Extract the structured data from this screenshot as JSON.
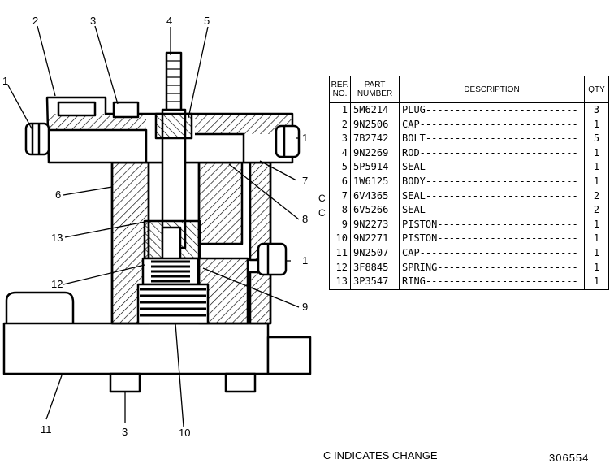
{
  "drawing": {
    "callouts": [
      "1",
      "2",
      "3",
      "4",
      "5",
      "1",
      "7",
      "6",
      "8",
      "13",
      "1",
      "12",
      "9",
      "11",
      "3",
      "10"
    ]
  },
  "table": {
    "headers": {
      "ref": "REF. NO.",
      "ref_line1": "REF.",
      "ref_line2": "NO.",
      "part_line1": "PART",
      "part_line2": "NUMBER",
      "description": "DESCRIPTION",
      "qty": "QTY"
    },
    "rows": [
      {
        "ref": "1",
        "part": "5M6214",
        "description": "PLUG",
        "qty": "3"
      },
      {
        "ref": "2",
        "part": "9N2506",
        "description": "CAP",
        "qty": "1"
      },
      {
        "ref": "3",
        "part": "7B2742",
        "description": "BOLT",
        "qty": "5"
      },
      {
        "ref": "4",
        "part": "9N2269",
        "description": "ROD",
        "qty": "1"
      },
      {
        "ref": "5",
        "part": "5P5914",
        "description": "SEAL",
        "qty": "1"
      },
      {
        "ref": "6",
        "part": "1W6125",
        "description": "BODY",
        "qty": "1"
      },
      {
        "ref": "7",
        "part": "6V4365",
        "description": "SEAL",
        "qty": "2"
      },
      {
        "ref": "8",
        "part": "6V5266",
        "description": "SEAL",
        "qty": "2"
      },
      {
        "ref": "9",
        "part": "9N2273",
        "description": "PISTON",
        "qty": "1"
      },
      {
        "ref": "10",
        "part": "9N2271",
        "description": "PISTON",
        "qty": "1"
      },
      {
        "ref": "11",
        "part": "9N2507",
        "description": "CAP",
        "qty": "1"
      },
      {
        "ref": "12",
        "part": "3F8845",
        "description": "SPRING",
        "qty": "1"
      },
      {
        "ref": "13",
        "part": "3P3547",
        "description": "RING",
        "qty": "1"
      }
    ],
    "change_marks": [
      "C",
      "C"
    ]
  },
  "footer": {
    "note": "C INDICATES CHANGE",
    "drawing_number": "306554"
  }
}
